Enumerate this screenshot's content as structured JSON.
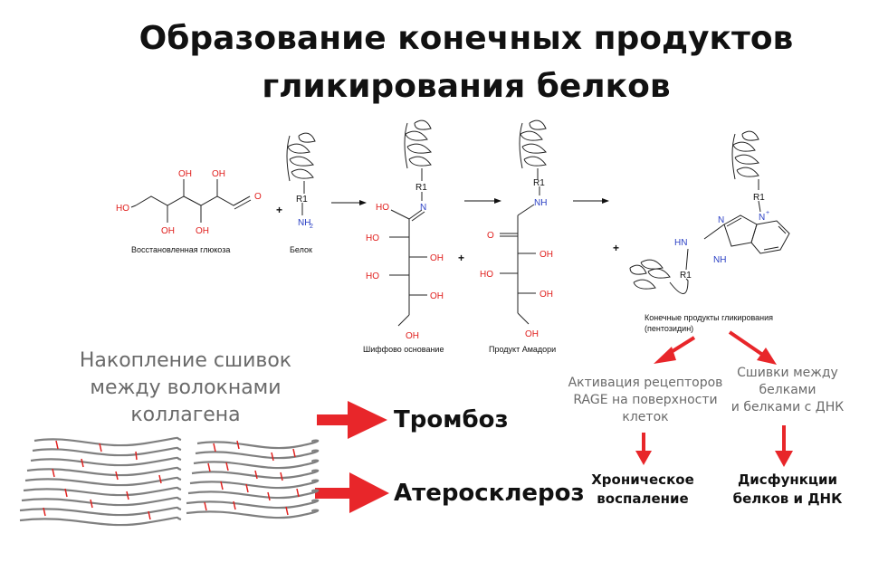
{
  "title": {
    "line1": "Образование конечных продуктов",
    "line2": "гликирования белков"
  },
  "reaction": {
    "glucose_label": "Восстановленная глюкоза",
    "protein_label": "Белок",
    "schiff_label": "Шиффово основание",
    "amadori_label": "Продукт Амадори",
    "age_label_line1": "Конечные продукты гликирования",
    "age_label_line2": "(пентозидин)",
    "plus": "+",
    "atoms": {
      "oh": "OH",
      "ho": "HO",
      "o": "O",
      "r1": "R1",
      "nh2": "NH",
      "nh2_sub": "2",
      "n": "N",
      "nh": "NH",
      "hn": "HN",
      "n_plus": "N",
      "plus_sup": "+"
    }
  },
  "left": {
    "heading_line1": "Накопление сшивок",
    "heading_line2": "между волокнами",
    "heading_line3": "коллагена",
    "outcome1": "Тромбоз",
    "outcome2": "Атеросклероз"
  },
  "right": {
    "effect1_line1": "Активация рецепторов",
    "effect1_line2": "RAGE на поверхности",
    "effect1_line3": "клеток",
    "effect2_line1": "Сшивки между",
    "effect2_line2": "белками",
    "effect2_line3": "и белками с ДНК",
    "result1_line1": "Хроническое",
    "result1_line2": "воспаление",
    "result2_line1": "Дисфункции",
    "result2_line2": "белков и ДНК"
  },
  "colors": {
    "arrow_red": "#e8262a",
    "oxygen_red": "#e0201e",
    "nitrogen_blue": "#2a3fc4",
    "fiber_gray": "#808080",
    "crosslink_red": "#e0201e"
  }
}
